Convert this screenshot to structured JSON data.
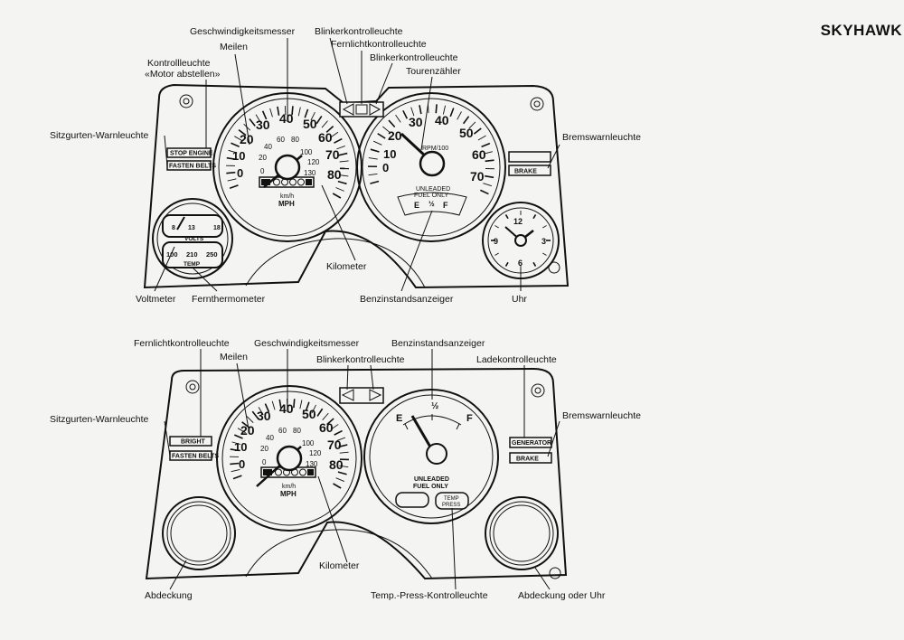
{
  "brand": "SKYHAWK",
  "top": {
    "labels": {
      "geschwindigkeitsmesser": "Geschwindigkeitsmesser",
      "meilen": "Meilen",
      "kontrollleuchte_1": "Kontrollleuchte",
      "kontrollleuchte_2": "«Motor abstellen»",
      "sitzgurten": "Sitzgurten-Warnleuchte",
      "blinker_1": "Blinkerkontrolleuchte",
      "fernlicht": "Fernlichtkontrolleuchte",
      "blinker_2": "Blinkerkontrolleuchte",
      "tourenzahler": "Tourenzähler",
      "bremswarn": "Bremswarnleuchte",
      "kilometer": "Kilometer",
      "voltmeter": "Voltmeter",
      "fernthermometer": "Fernthermometer",
      "benzin": "Benzinstandsanzeiger",
      "uhr": "Uhr"
    },
    "speedo": {
      "mph": [
        "0",
        "10",
        "20",
        "30",
        "40",
        "50",
        "60",
        "70",
        "80"
      ],
      "kmh": [
        "0",
        "20",
        "40",
        "60",
        "80",
        "100",
        "120",
        "130"
      ],
      "unit1": "km/h",
      "unit2": "MPH"
    },
    "tacho": {
      "numbers": [
        "0",
        "10",
        "20",
        "30",
        "40",
        "50",
        "60",
        "70"
      ],
      "unit": "RPM/100",
      "fuel1": "UNLEADED",
      "fuel2": "FUEL ONLY",
      "e": "E",
      "half": "½",
      "f": "F"
    },
    "gauges": {
      "volts": [
        "8",
        "13",
        "18"
      ],
      "volts_label": "VOLTS",
      "temp": [
        "100",
        "210",
        "250"
      ],
      "temp_label": "TEMP"
    },
    "clock": [
      "12",
      "3",
      "6",
      "9"
    ],
    "warn": {
      "stop": "STOP ENGINE",
      "belts": "FASTEN BELTS",
      "brake": "BRAKE"
    }
  },
  "bottom": {
    "labels": {
      "fernlicht": "Fernlichtkontrolleuchte",
      "geschwindigkeitsmesser": "Geschwindigkeitsmesser",
      "benzin": "Benzinstandsanzeiger",
      "meilen": "Meilen",
      "blinker": "Blinkerkontrolleuchte",
      "lade": "Ladekontrolleuchte",
      "sitzgurten": "Sitzgurten-Warnleuchte",
      "bremswarn": "Bremswarnleuchte",
      "abdeckung": "Abdeckung",
      "kilometer": "Kilometer",
      "temp_press": "Temp.-Press-Kontrolleuchte",
      "abdeckung_uhr": "Abdeckung oder Uhr"
    },
    "speedo": {
      "mph": [
        "0",
        "10",
        "20",
        "30",
        "40",
        "50",
        "60",
        "70",
        "80"
      ],
      "kmh": [
        "0",
        "20",
        "40",
        "60",
        "80",
        "100",
        "120",
        "130"
      ],
      "unit1": "km/h",
      "unit2": "MPH"
    },
    "fuel": {
      "e": "E",
      "half": "½",
      "f": "F",
      "text1": "UNLEADED",
      "text2": "FUEL ONLY",
      "temp1": "TEMP",
      "temp2": "PRESS"
    },
    "warn": {
      "bright": "BRIGHT",
      "belts": "FASTEN BELTS",
      "generator": "GENERATOR",
      "brake": "BRAKE"
    }
  }
}
